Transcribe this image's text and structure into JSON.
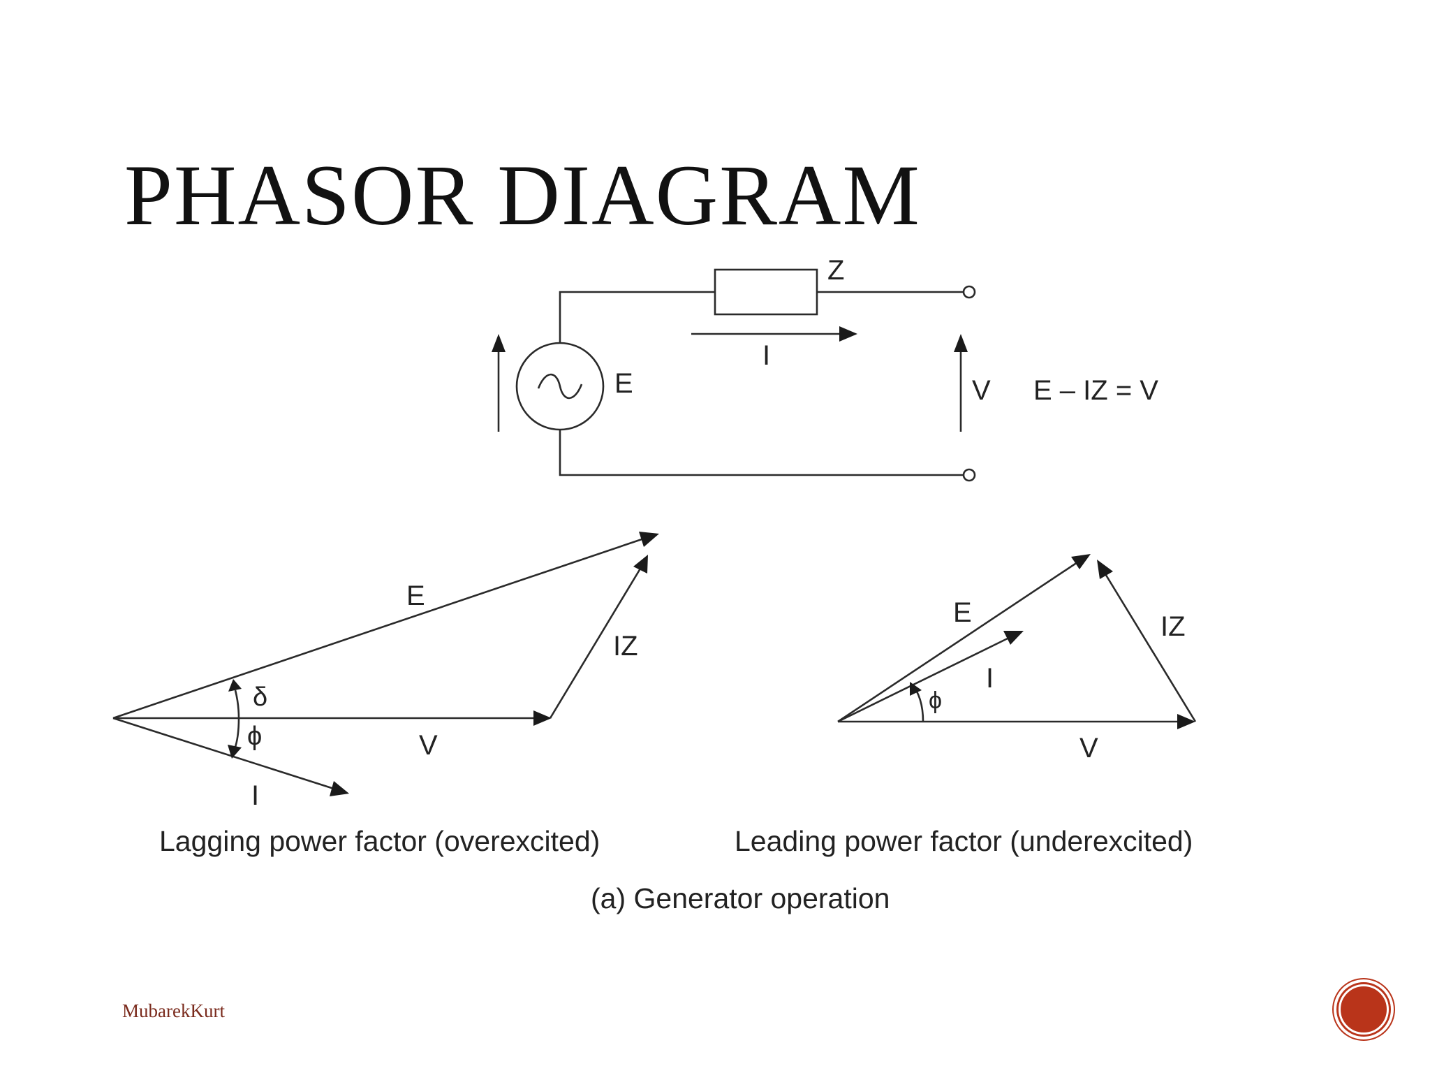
{
  "slide": {
    "title": "PHASOR DIAGRAM",
    "author": "MubarekKurt"
  },
  "circuit": {
    "impedance_label": "Z",
    "current_label": "I",
    "source_label": "E",
    "terminal_voltage_label": "V",
    "equation": "E – IZ = V"
  },
  "lagging": {
    "e_label": "E",
    "iz_label": "IZ",
    "delta_label": "δ",
    "phi_label": "ϕ",
    "v_label": "V",
    "i_label": "I",
    "caption": "Lagging power factor (overexcited)"
  },
  "leading": {
    "e_label": "E",
    "iz_label": "IZ",
    "i_label": "I",
    "phi_label": "ϕ",
    "v_label": "V",
    "caption": "Leading power factor (underexcited)"
  },
  "figure_caption": "(a) Generator operation",
  "colors": {
    "title": "#111111",
    "lines": "#2a2a2a",
    "author": "#7a2a1c",
    "badge": "#b9341a"
  }
}
